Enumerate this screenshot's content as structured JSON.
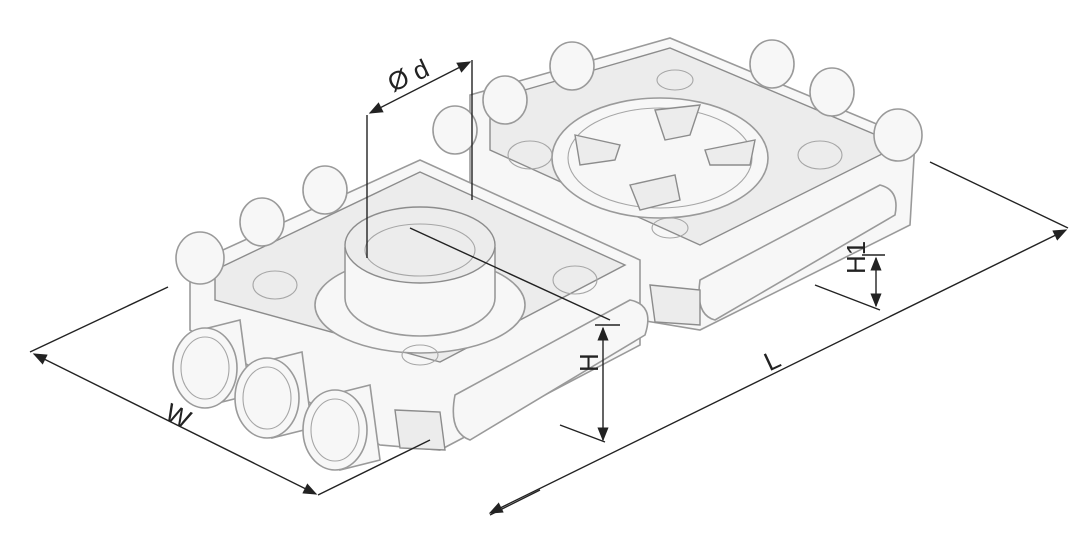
{
  "labels": {
    "d": "Ø d",
    "w": "W",
    "h": "H",
    "h1": "H1",
    "l": "L"
  }
}
